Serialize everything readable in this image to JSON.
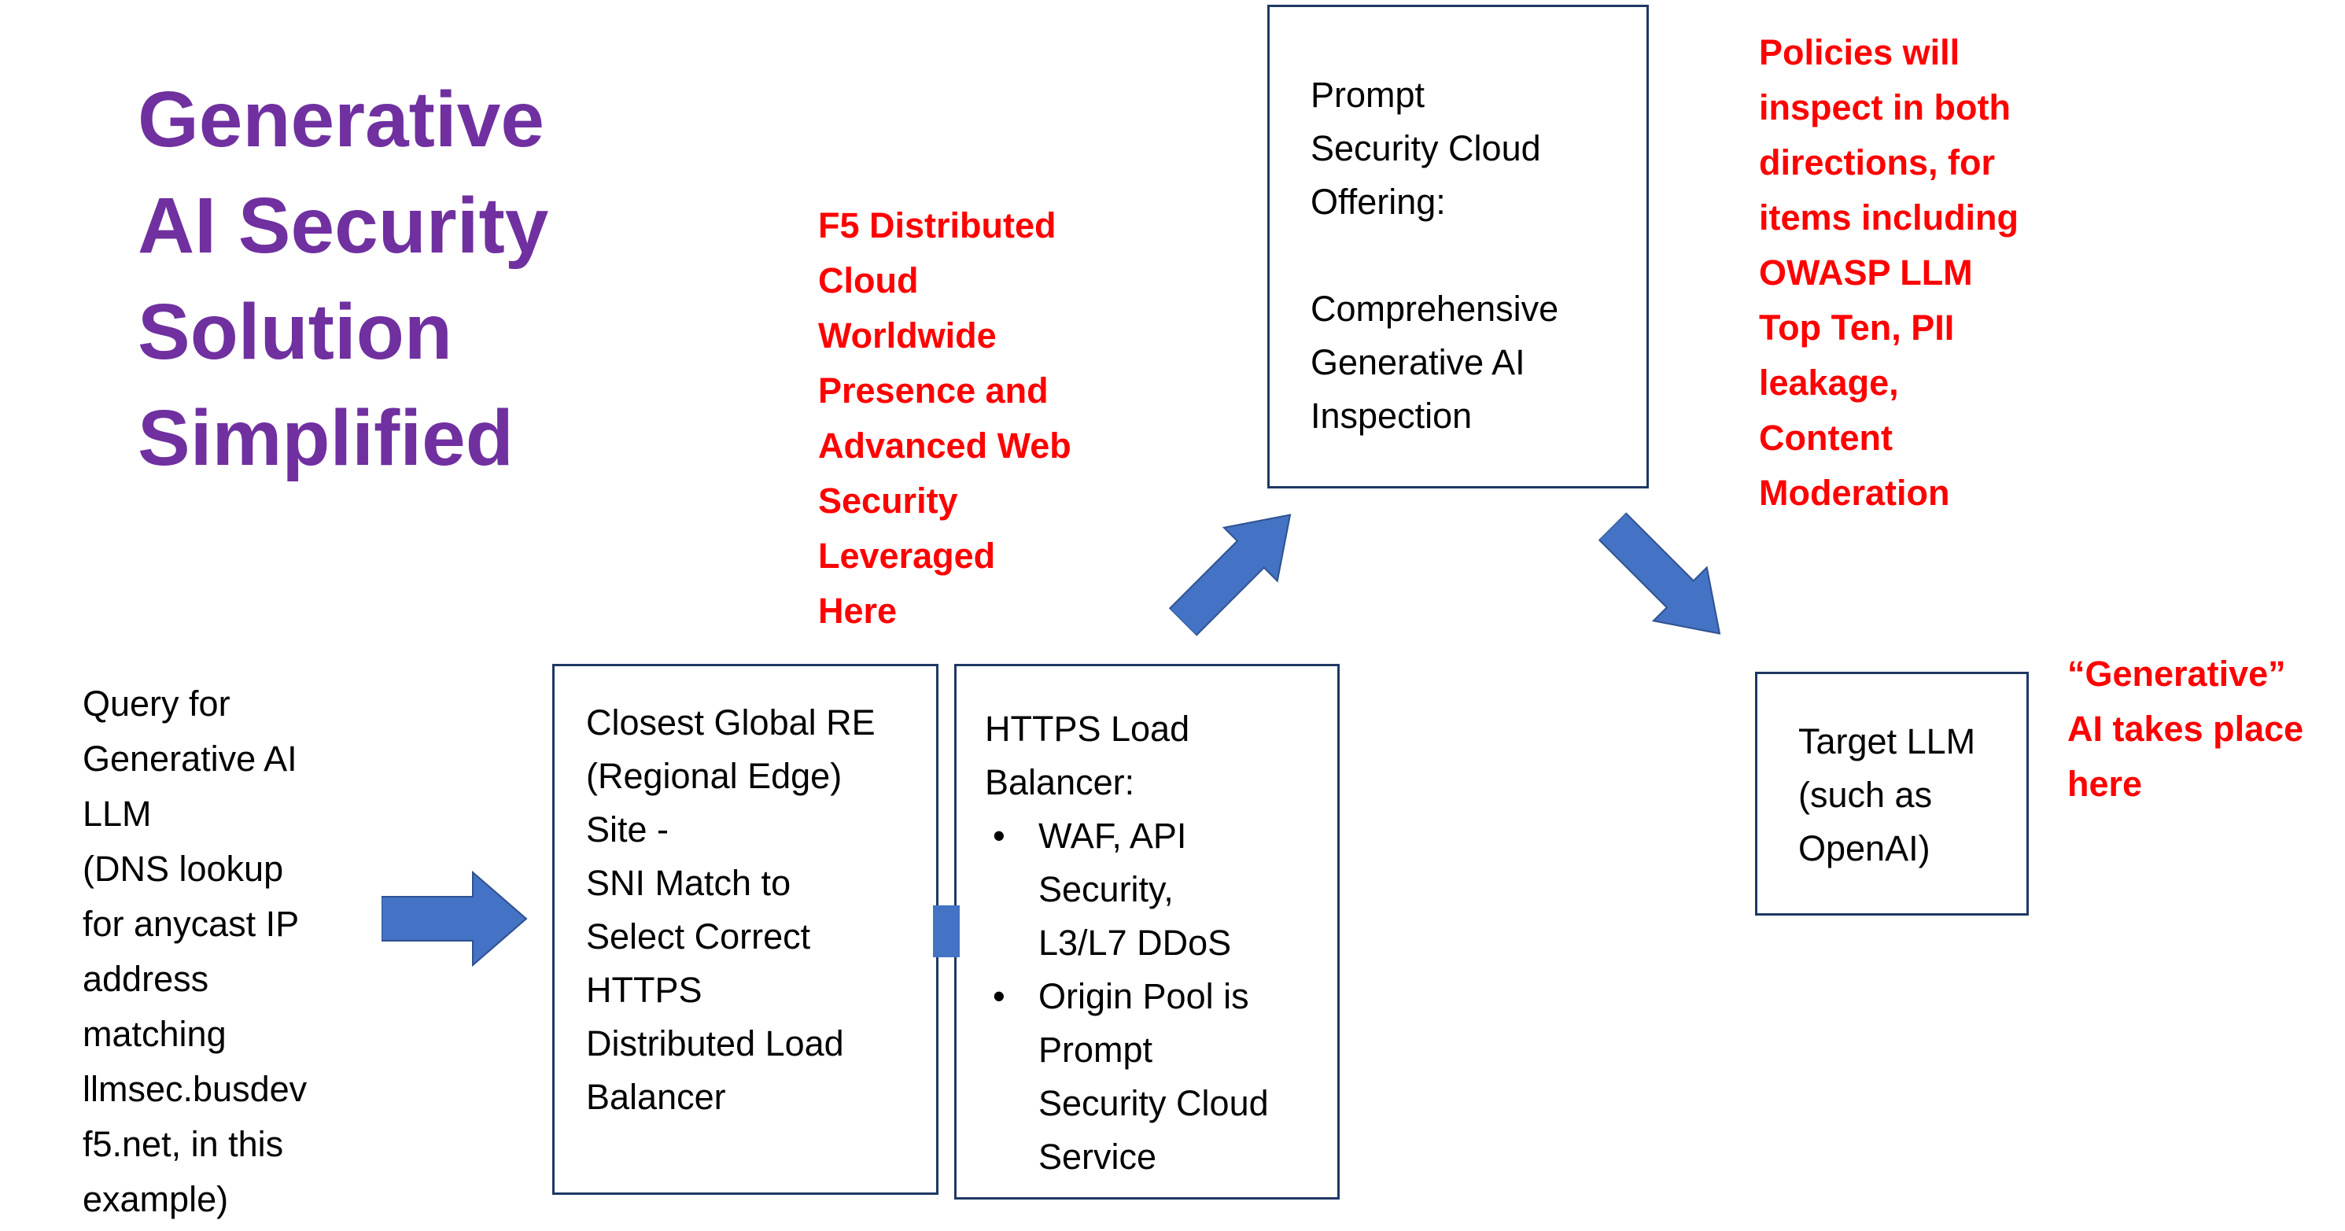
{
  "title": {
    "text": "Generative\nAI Security\nSolution\nSimplified"
  },
  "notes": {
    "f5": {
      "text": "F5 Distributed\nCloud\nWorldwide\nPresence and\nAdvanced Web\nSecurity\nLeveraged\nHere"
    },
    "policies": {
      "text": "Policies will\ninspect in both\ndirections, for\nitems including\nOWASP LLM\nTop Ten, PII\nleakage,\nContent\nModeration"
    },
    "generative": {
      "text": "“Generative”\nAI takes place\nhere"
    },
    "query": {
      "text": "Query for\nGenerative AI\nLLM\n(DNS lookup\nfor anycast IP\naddress\nmatching\nllmsec.busdev\nf5.net, in this\nexample)"
    }
  },
  "boxes": {
    "prompt_security": {
      "text": "Prompt\nSecurity Cloud\nOffering:\n\nComprehensive\nGenerative AI\nInspection"
    },
    "global_re": {
      "text": "Closest Global RE\n(Regional Edge)\nSite -\nSNI Match to\nSelect Correct\nHTTPS\nDistributed Load\nBalancer"
    },
    "https_lb": {
      "heading": "HTTPS Load\nBalancer:",
      "bullet_marker": "•",
      "bullets": [
        "WAF, API\nSecurity,\nL3/L7 DDoS",
        "Origin Pool is\nPrompt\nSecurity Cloud\nService"
      ]
    },
    "target_llm": {
      "text": "Target LLM\n(such as\nOpenAI)"
    }
  },
  "colors": {
    "title_purple": "#7030A0",
    "note_red": "#FF0000",
    "box_border": "#1F3864",
    "arrow_fill": "#4472C4",
    "arrow_stroke": "#2F528F"
  }
}
